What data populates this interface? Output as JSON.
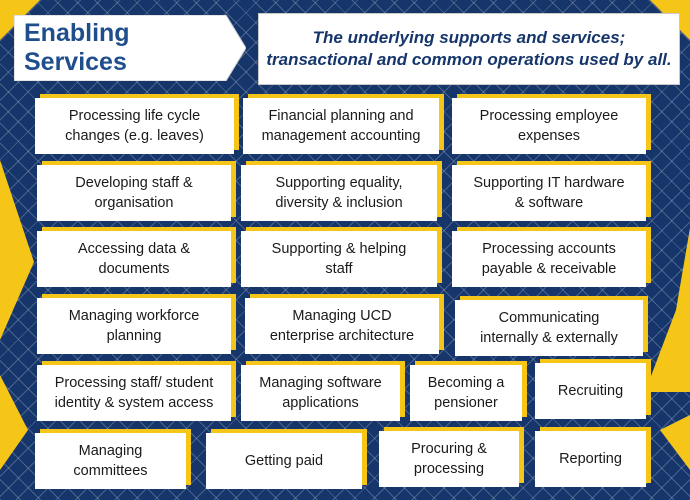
{
  "title": "Enabling Services",
  "subtitle_line1": "The underlying supports and services;",
  "subtitle_line2": "transactional and common operations used by all.",
  "colors": {
    "background": "#16366b",
    "accent_yellow": "#f5c518",
    "title_text": "#1f4e8c",
    "box_fill": "#ffffff"
  },
  "services": [
    {
      "line1": "Processing life cycle",
      "line2": "changes (e.g. leaves)"
    },
    {
      "line1": "Financial planning and",
      "line2": "management accounting"
    },
    {
      "line1": "Processing employee",
      "line2": "expenses"
    },
    {
      "line1": "Developing staff &",
      "line2": "organisation"
    },
    {
      "line1": "Supporting equality,",
      "line2": "diversity & inclusion"
    },
    {
      "line1": "Supporting IT hardware",
      "line2": "& software"
    },
    {
      "line1": "Accessing data &",
      "line2": "documents"
    },
    {
      "line1": "Supporting & helping",
      "line2": "staff"
    },
    {
      "line1": "Processing accounts",
      "line2": "payable & receivable"
    },
    {
      "line1": "Managing workforce",
      "line2": "planning"
    },
    {
      "line1": "Managing UCD",
      "line2": "enterprise architecture"
    },
    {
      "line1": "Communicating",
      "line2": "internally & externally"
    },
    {
      "line1": "Processing staff/ student",
      "line2": "identity & system access"
    },
    {
      "line1": "Managing software",
      "line2": "applications"
    },
    {
      "line1": "Becoming a",
      "line2": "pensioner"
    },
    {
      "line1": "Recruiting",
      "line2": ""
    },
    {
      "line1": "Managing",
      "line2": "committees"
    },
    {
      "line1": "Getting paid",
      "line2": ""
    },
    {
      "line1": "Procuring &",
      "line2": "processing"
    },
    {
      "line1": "Reporting",
      "line2": ""
    }
  ]
}
